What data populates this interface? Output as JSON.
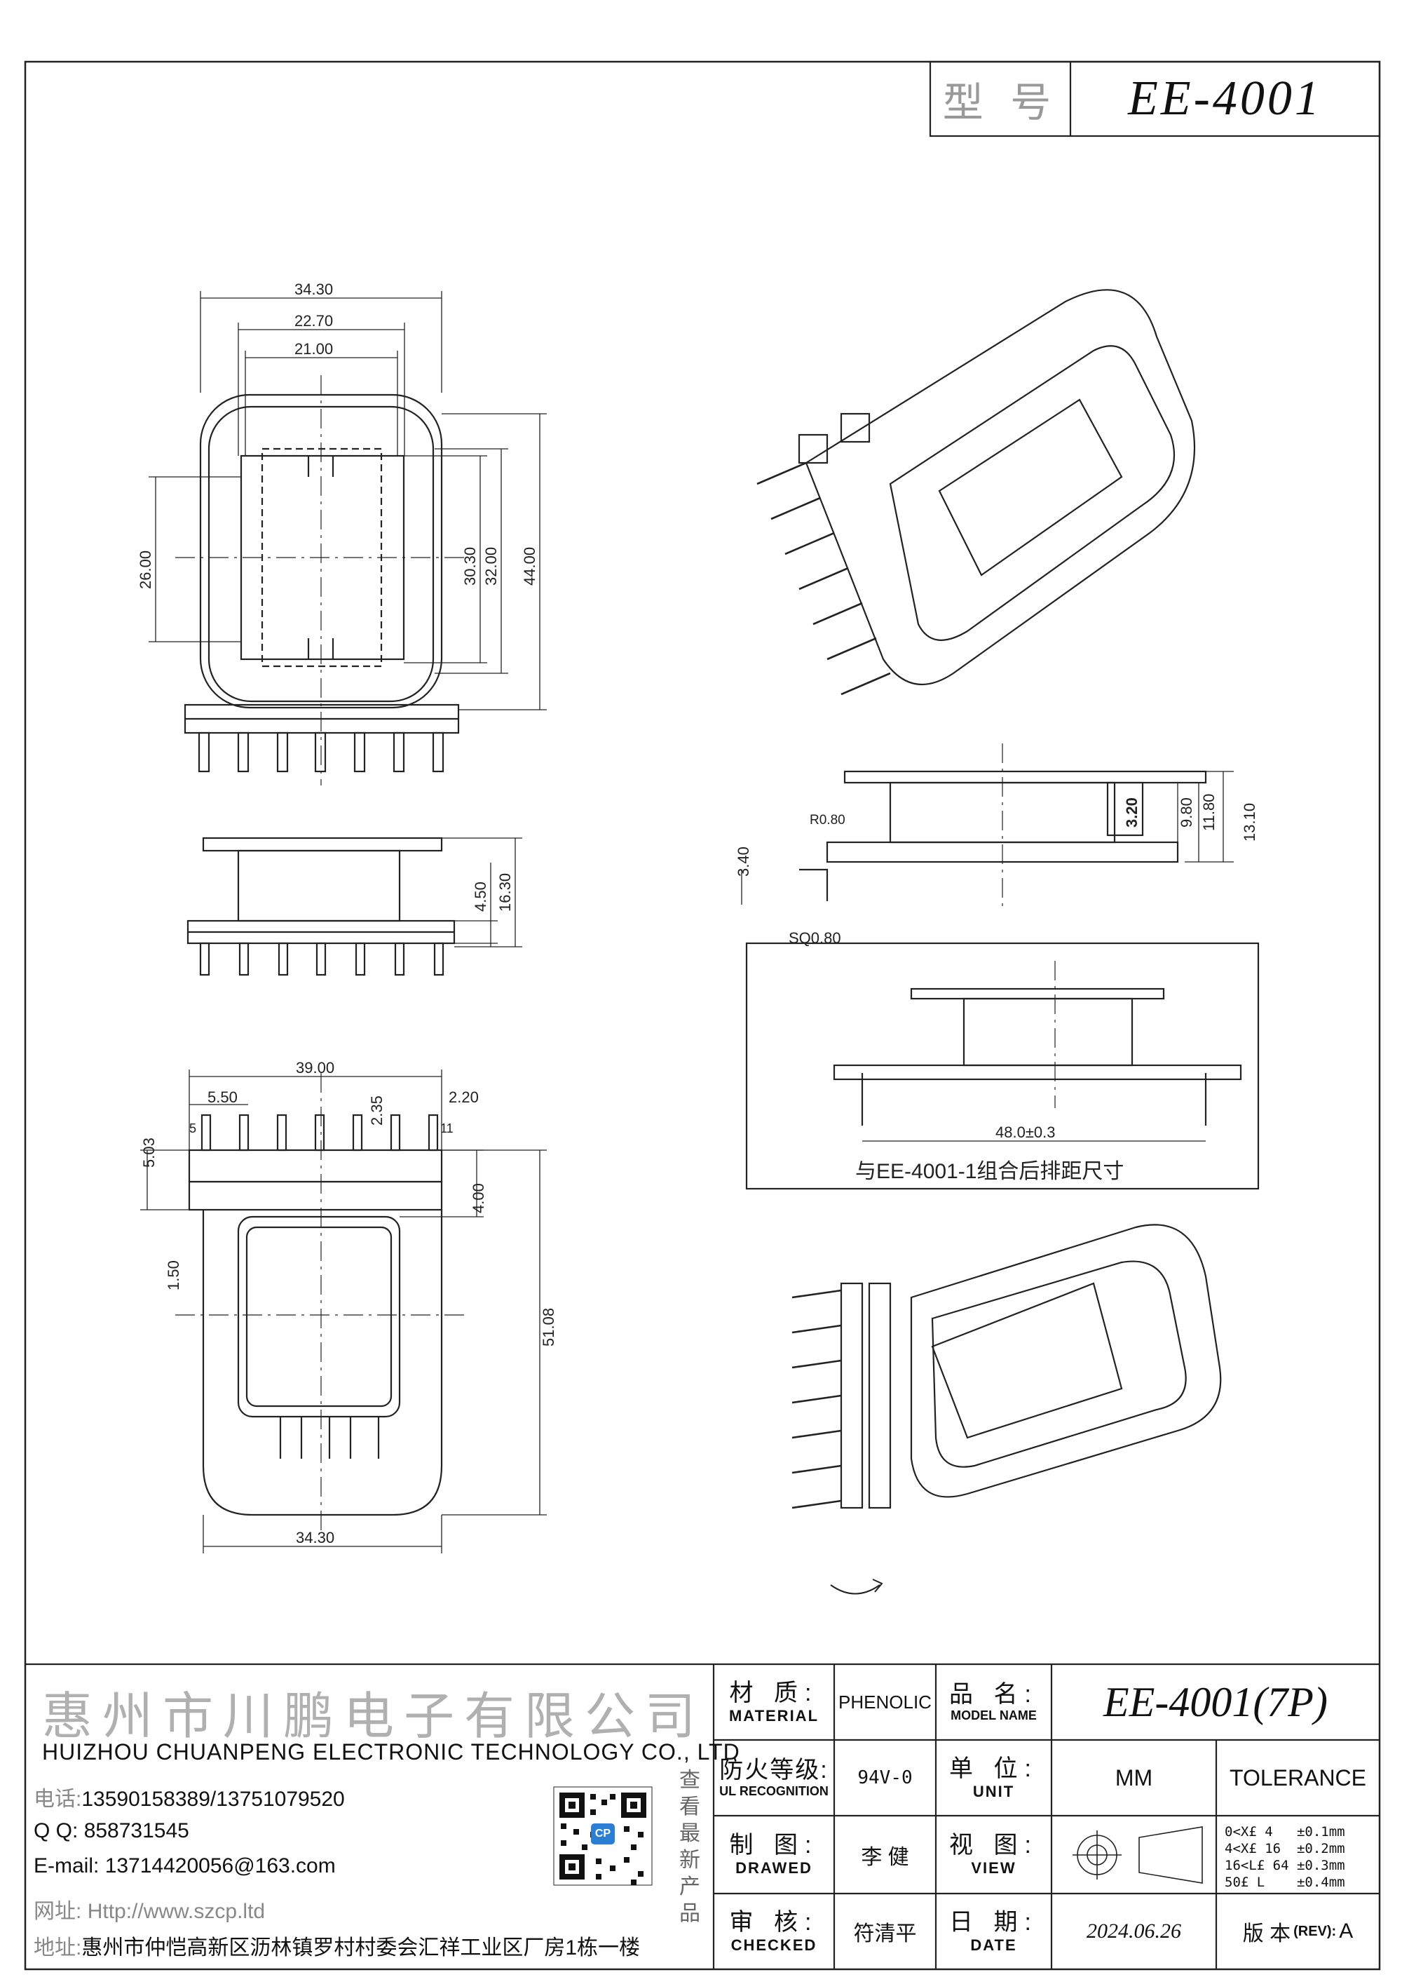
{
  "title_block": {
    "model_label": "型 号",
    "model_value": "EE-4001"
  },
  "dimensions": {
    "top_view": {
      "A": "34.30",
      "B": "22.70",
      "C": "21.00",
      "D": "26.00",
      "E": "30.30",
      "F": "32.00",
      "G": "44.00"
    },
    "side_view": {
      "I": "4.50",
      "H": "16.30"
    },
    "bottom_view": {
      "N": "39.00",
      "M": "5.50",
      "pitch": "2.35",
      "edge": "2.20",
      "top_offset": "5.03",
      "O": "4.00",
      "left_offset": "1.50",
      "R": "51.08",
      "Q": "34.30",
      "pin_first": "5",
      "pin_last": "11"
    },
    "section_view": {
      "P": "3.40",
      "radius": "R0.80",
      "K": "3.20",
      "K2": "9.80",
      "L": "11.80",
      "total": "13.10",
      "J": "SQ0.80"
    },
    "combo": {
      "pitch": "48.0±0.3",
      "caption": "与EE-4001-1组合后排距尺寸"
    }
  },
  "company": {
    "name_cn": "惠州市川鹏电子有限公司",
    "name_en": "HUIZHOU CHUANPENG ELECTRONIC TECHNOLOGY CO., LTD",
    "phone_label": "电话:",
    "phone": "13590158389/13751079520",
    "qq_label": "Q Q:",
    "qq": "858731545",
    "email_label": "E-mail:",
    "email": "13714420056@163.com",
    "web_label": "网址:",
    "web": "Http://www.szcp.ltd",
    "addr_label": "地址:",
    "address": "惠州市仲恺高新区沥林镇罗村村委会汇祥工业区厂房1栋一楼",
    "qr_caption": "查看最新产品",
    "qr_badge": "CP"
  },
  "spec_table": {
    "material_cn": "材 质:",
    "material_en": "MATERIAL",
    "material_value": "PHENOLIC",
    "modelname_cn": "品 名:",
    "modelname_en": "MODEL NAME",
    "modelname_value": "EE-4001(7P)",
    "fire_cn": "防火等级:",
    "fire_en": "UL RECOGNITION",
    "fire_value": "94V-0",
    "unit_cn": "单 位:",
    "unit_en": "UNIT",
    "unit_value": "MM",
    "tolerance_label": "TOLERANCE",
    "drawn_cn": "制 图:",
    "drawn_en": "DRAWED",
    "drawn_value": "李 健",
    "view_cn": "视 图:",
    "view_en": "VIEW",
    "tolerance_lines": "0<X£ 4   ±0.1mm\n4<X£ 16  ±0.2mm\n16<L£ 64 ±0.3mm\n50£ L    ±0.4mm",
    "checked_cn": "审 核:",
    "checked_en": "CHECKED",
    "checked_value": "符清平",
    "date_cn": "日 期:",
    "date_en": "DATE",
    "date_value": "2024.06.26",
    "rev_cn": "版 本",
    "rev_en": "(REV):",
    "rev_value": "A"
  }
}
